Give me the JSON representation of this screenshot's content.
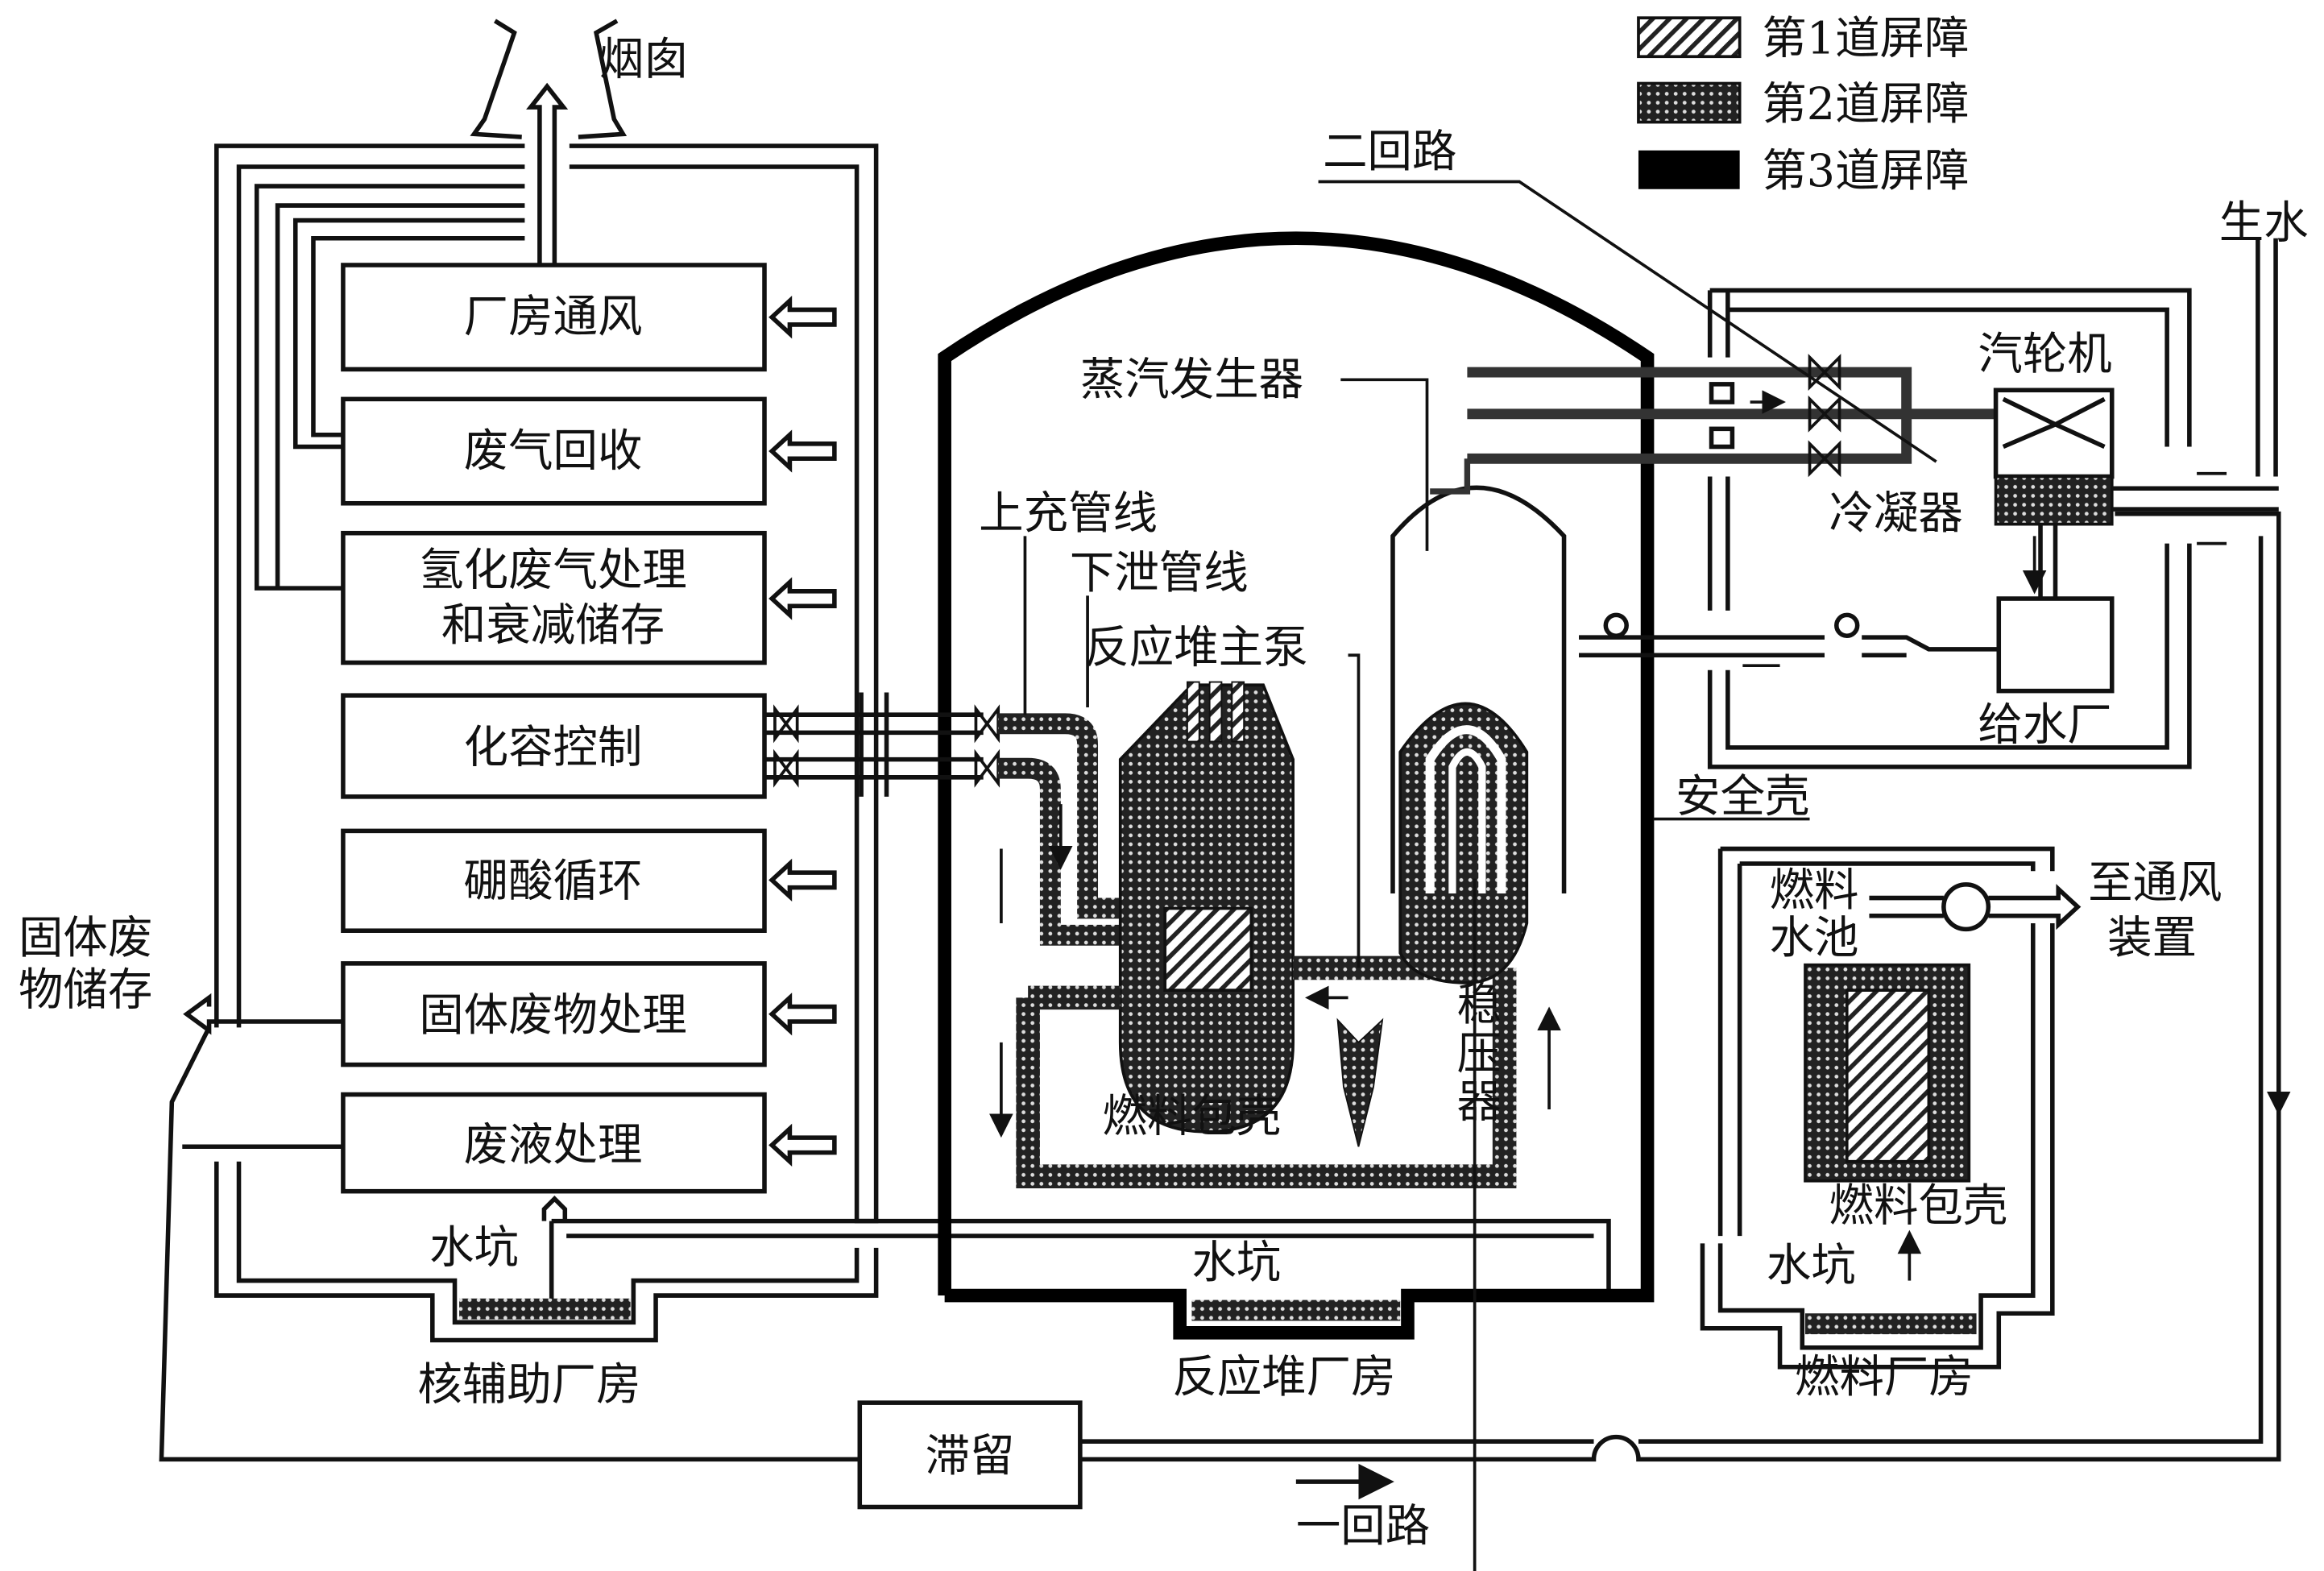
{
  "legend": [
    {
      "label": "第1道屏障",
      "pattern": "diagonal-hatch"
    },
    {
      "label": "第2道屏障",
      "pattern": "dotted-dark"
    },
    {
      "label": "第3道屏障",
      "pattern": "solid-black"
    }
  ],
  "left_boxes": [
    "厂房通风",
    "废气回收",
    "氢化废气处理",
    "和衰减储存",
    "化容控制",
    "硼酸循环",
    "固体废物处理",
    "废液处理"
  ],
  "labels": {
    "chimney": "烟囱",
    "secondary_loop": "二回路",
    "raw_water": "生水",
    "turbine": "汽轮机",
    "steam_generator": "蒸汽发生器",
    "condenser": "冷凝器",
    "charging_line": "上充管线",
    "letdown_line": "下泄管线",
    "main_pump": "反应堆主泵",
    "feedwater_plant": "给水厂",
    "containment": "安全壳",
    "fuel_pool_1": "燃料",
    "fuel_pool_2": "水池",
    "to_vent_1": "至通风",
    "to_vent_2": "装置",
    "pressurizer": [
      "稳",
      "压",
      "器"
    ],
    "fuel_cladding_reactor": "燃料包壳",
    "fuel_cladding_pool": "燃料包壳",
    "sump_aux": "水坑",
    "sump_reactor": "水坑",
    "sump_fuel": "水坑",
    "aux_building": "核辅助厂房",
    "reactor_building": "反应堆厂房",
    "fuel_building": "燃料厂房",
    "retention": "滞留",
    "primary_loop": "一回路",
    "solid_waste_storage_1": "固体废",
    "solid_waste_storage_2": "物储存"
  }
}
